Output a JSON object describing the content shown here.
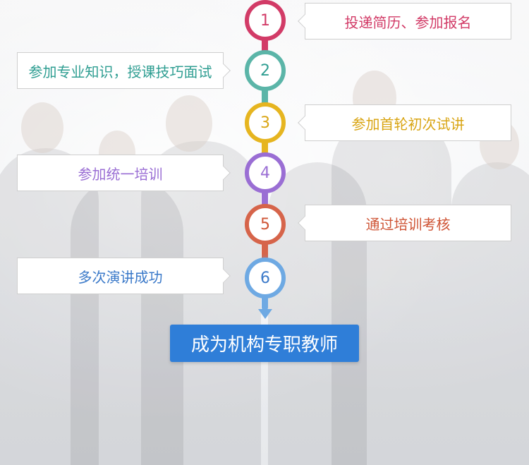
{
  "steps": [
    {
      "num": "1",
      "label": "投递简历、参加报名",
      "color": "#d23b67"
    },
    {
      "num": "2",
      "label": "参加专业知识，授课技巧面试",
      "color": "#2f9e92"
    },
    {
      "num": "3",
      "label": "参加首轮初次试讲",
      "color": "#d9a514"
    },
    {
      "num": "4",
      "label": "参加统一培训",
      "color": "#9a6ed4"
    },
    {
      "num": "5",
      "label": "通过培训考核",
      "color": "#cf5536"
    },
    {
      "num": "6",
      "label": "多次演讲成功",
      "color": "#3a79c9"
    }
  ],
  "final": {
    "label": "成为机构专职教师",
    "color": "#2f7ed8"
  }
}
